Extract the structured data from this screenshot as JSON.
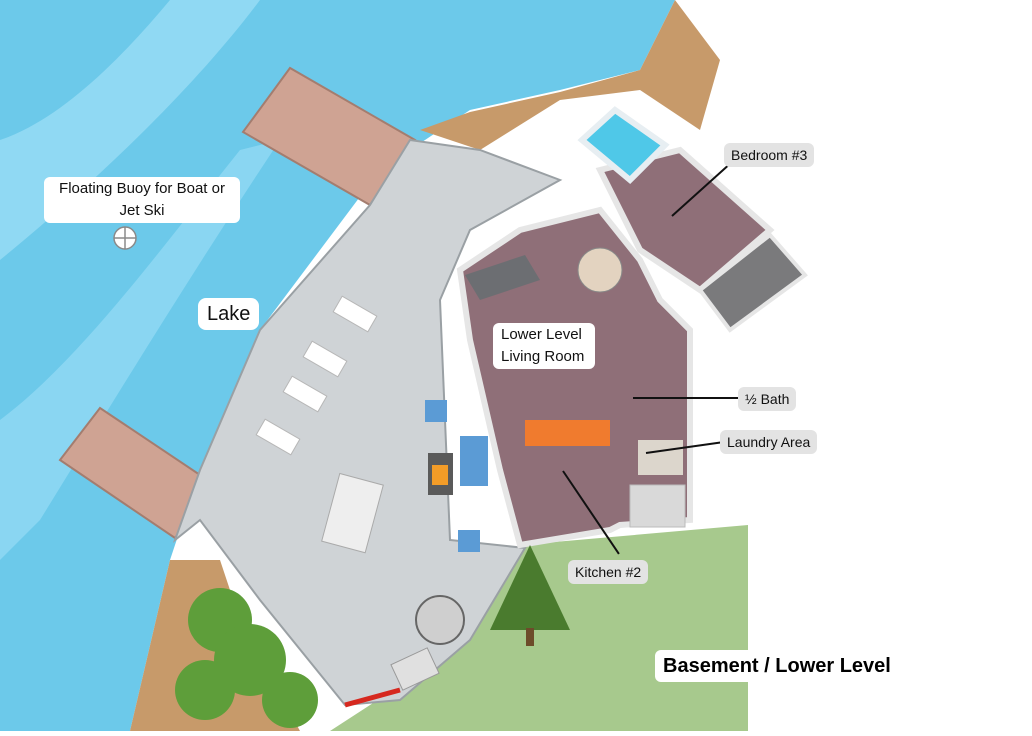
{
  "title": "Basement / Lower Level",
  "labels": {
    "lake": "Lake",
    "buoy": "Floating Buoy for Boat or Jet Ski",
    "bedroom3": "Bedroom #3",
    "living_room": "Lower Level Living Room",
    "half_bath": "½ Bath",
    "laundry": "Laundry Area",
    "kitchen2": "Kitchen #2"
  },
  "colors": {
    "lake": "#6cc9ea",
    "lake_light": "#9fe0f6",
    "dock": "#cfa393",
    "patio": "#cfd3d6",
    "interior_floor": "#8f6f78",
    "lawn": "#a7c98d",
    "shore": "#c79a6a",
    "hot_tub": "#4fc8e8",
    "kitchen_counter": "#f07b2e",
    "tree": "#5e9e3a"
  }
}
